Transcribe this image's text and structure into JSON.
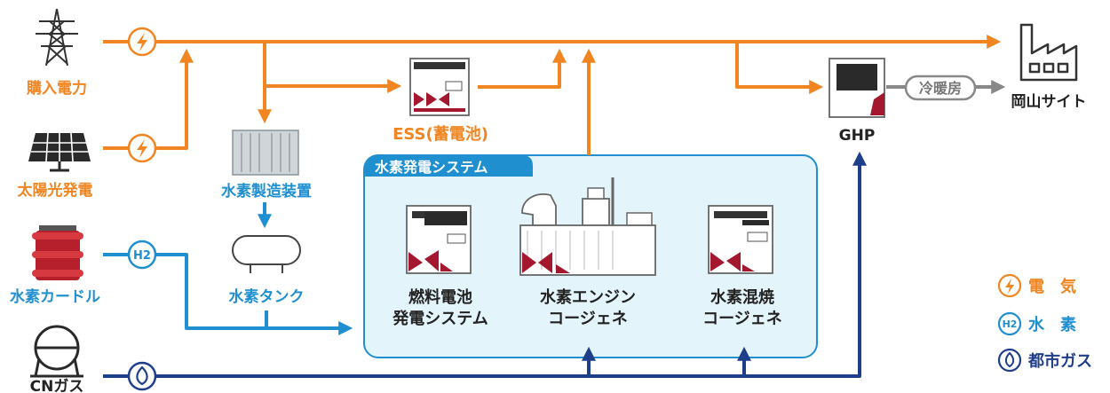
{
  "sources": {
    "grid": "購入電力",
    "solar": "太陽光発電",
    "h2_cart": "水素カードル",
    "cn_gas": "CNガス"
  },
  "h2_chain": {
    "electrolyzer": "水素製造装置",
    "tank": "水素タンク"
  },
  "ess": "ESS(蓄電池)",
  "panel": {
    "title": "水素発電システム",
    "fuel_cell": [
      "燃料電池",
      "発電システム"
    ],
    "engine": [
      "水素エンジン",
      "コージェネ"
    ],
    "cofiring": [
      "水素混焼",
      "コージェネ"
    ]
  },
  "ghp": "GHP",
  "heating": "冷暖房",
  "site": "岡山サイト",
  "badges": {
    "h2": "H2"
  },
  "legend": [
    {
      "label": "電　気",
      "color": "#f08522"
    },
    {
      "label": "水　素",
      "color": "#1f8fd0"
    },
    {
      "label": "都市ガス",
      "color": "#1f3e8a"
    }
  ],
  "colors": {
    "electricity": "#f08522",
    "hydrogen": "#1f8fd0",
    "city_gas": "#1f3e8a",
    "heat": "#888888",
    "panel_fill": "#e4f4fb",
    "panel_stroke": "#1f8fd0",
    "equipment_accent": "#a3182f"
  }
}
